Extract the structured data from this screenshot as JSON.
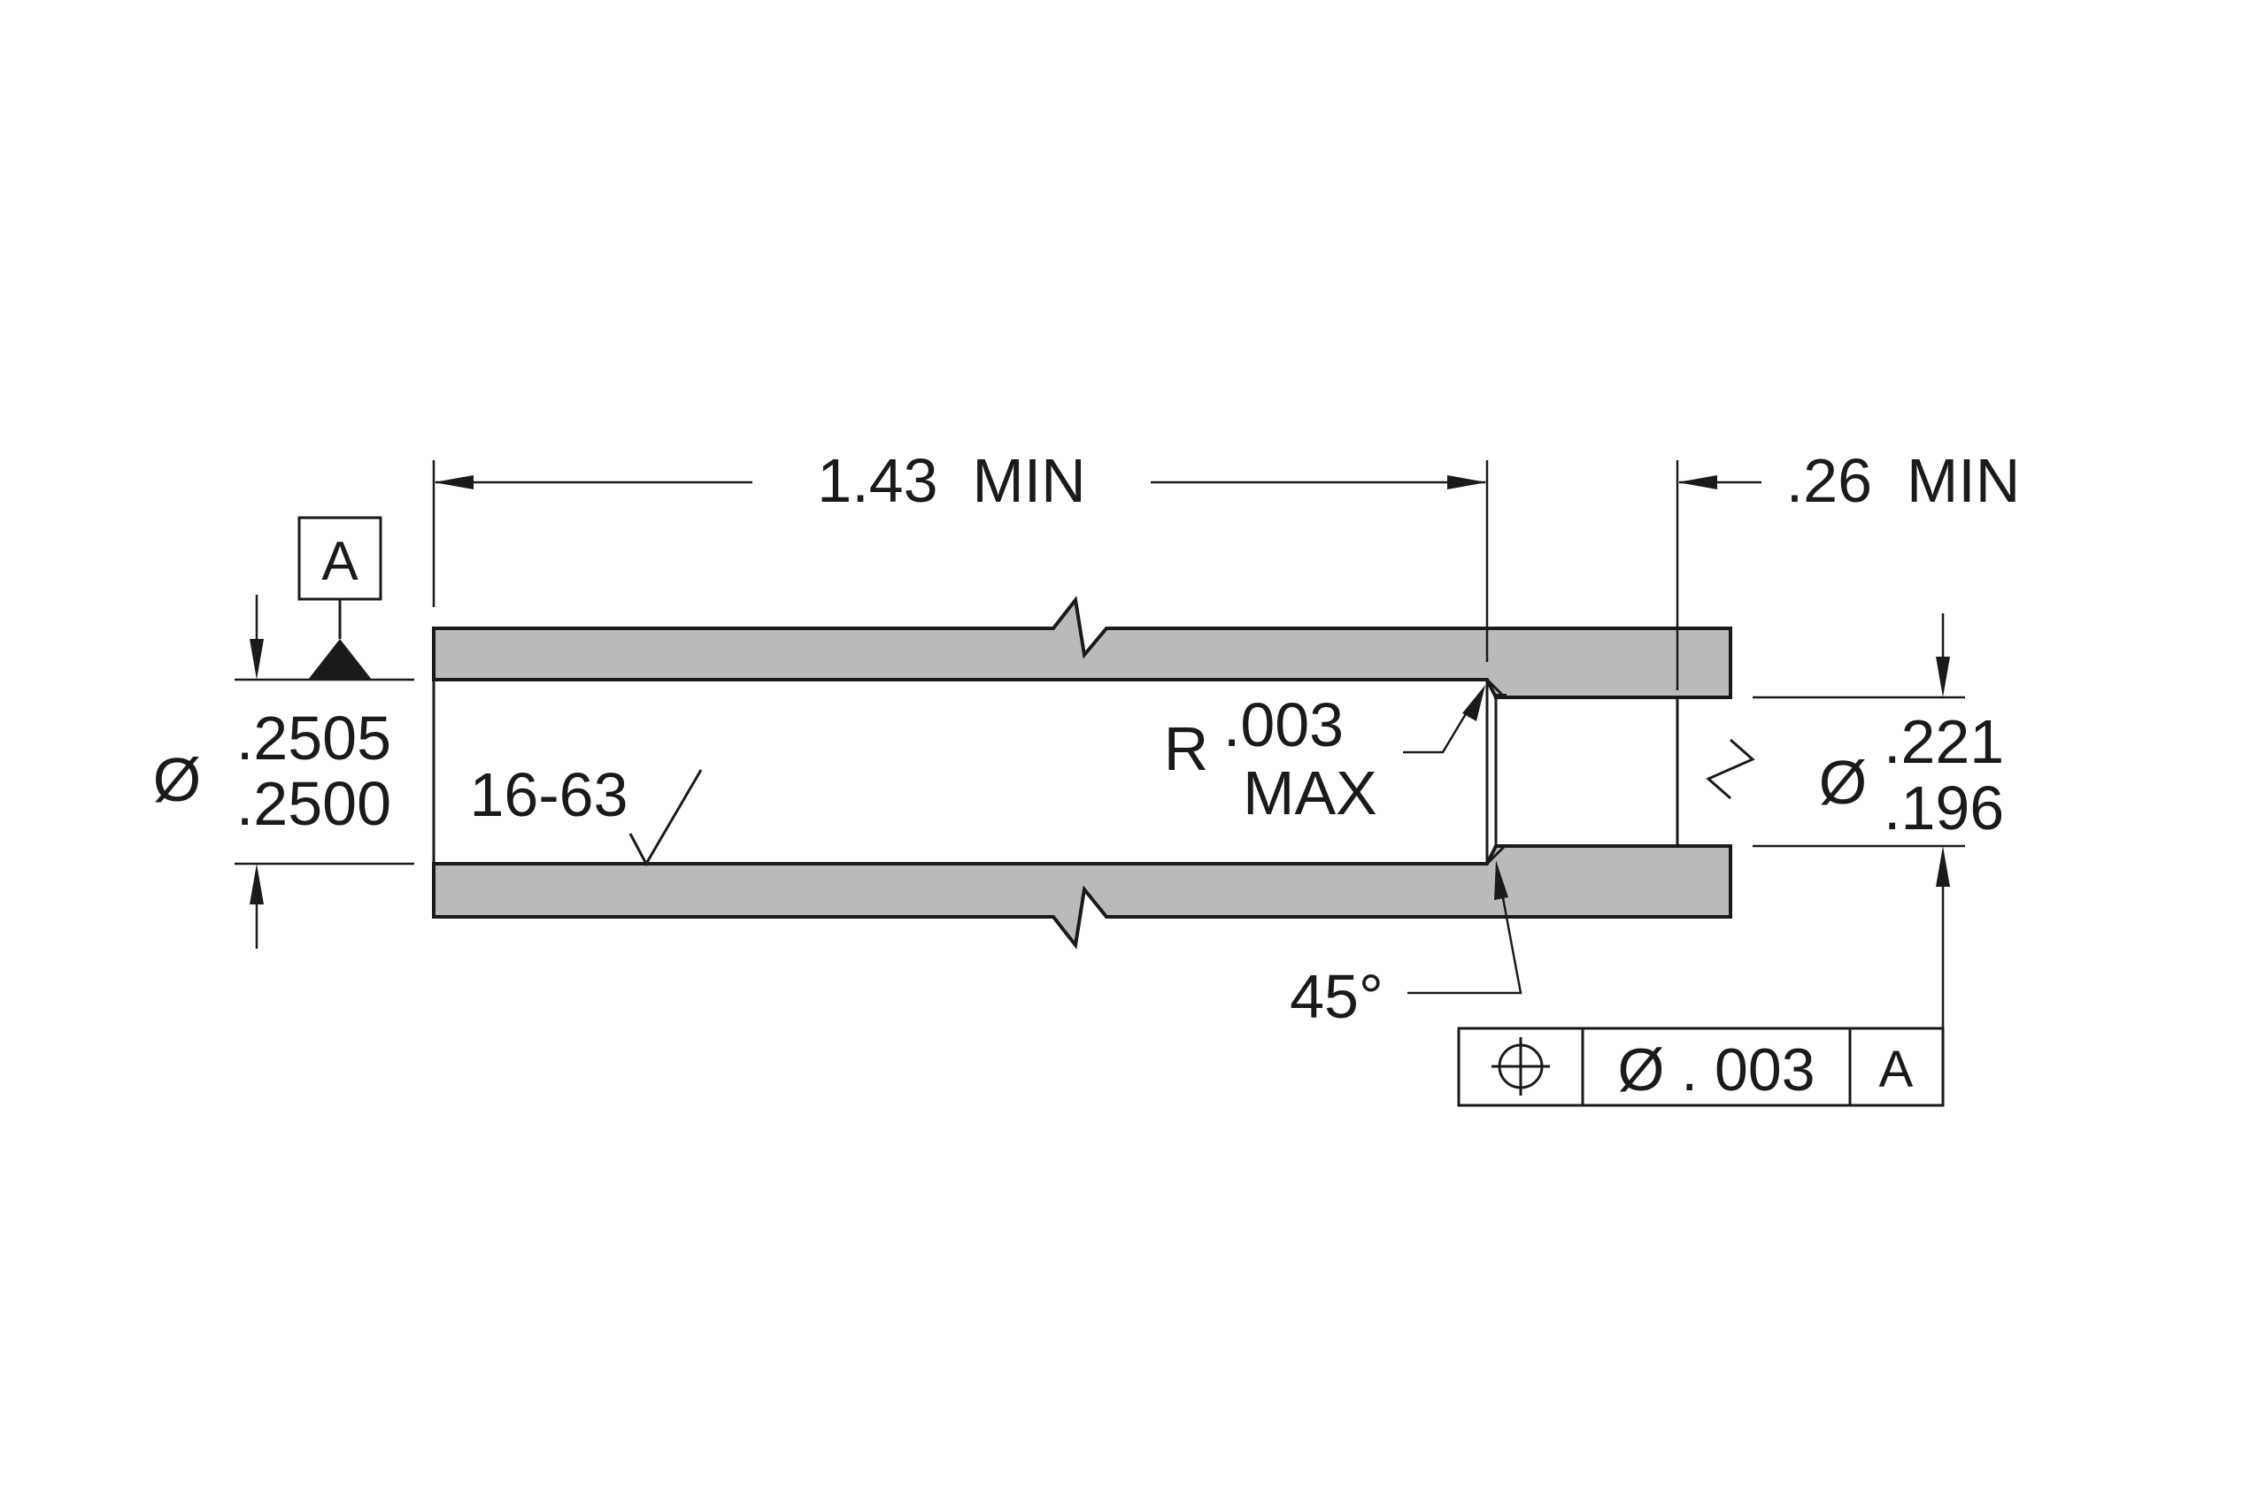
{
  "dims": {
    "length_main": "1.43  MIN",
    "length_end": ".26  MIN",
    "dia_symbol": "Ø",
    "bore_upper": ".2505",
    "bore_lower": ".2500",
    "end_upper": ".221",
    "end_lower": ".196",
    "surface_finish": "16-63",
    "radius_prefix": "R",
    "radius_value": ".003",
    "radius_qual": "MAX",
    "chamfer_angle": "45°"
  },
  "datum": {
    "label": "A"
  },
  "fcf": {
    "symbol_icon": "position-icon",
    "tolerance": "Ø . 003",
    "datum_ref": "A"
  },
  "colors": {
    "part_fill": "#b9babc",
    "line": "#1a1a1a"
  }
}
